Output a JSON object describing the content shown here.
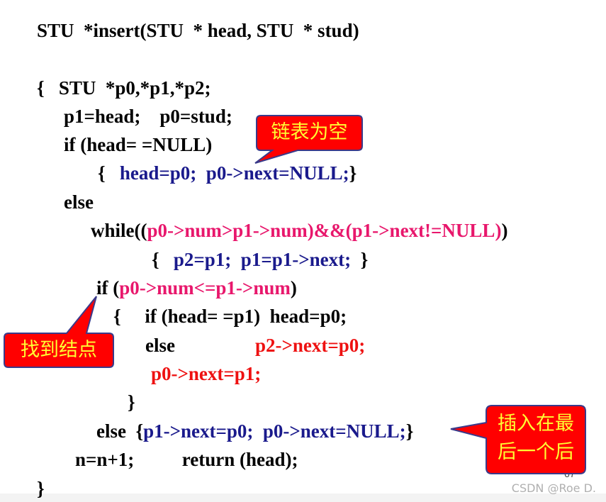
{
  "code": {
    "l1": "STU  *insert(STU  * head, STU  * stud)",
    "l2": "{   STU  *p0,*p1,*p2;",
    "l3": "p1=head;    p0=stud;",
    "l4": "if (head= =NULL)",
    "l5a": "{   ",
    "l5b": "head=p0;  p0->next=NULL;",
    "l5c": "}",
    "l6": "else",
    "l7a": "while((",
    "l7b": "p0->num>p1->num)&&(p1->next!=NULL)",
    "l7c": ")",
    "l8a": "{   ",
    "l8b": "p2=p1;  p1=p1->next;",
    "l8c": "  }",
    "l9a": "if (",
    "l9b": "p0->num<=p1->num",
    "l9c": ")",
    "l10": "{     if (head= =p1)  head=p0;",
    "l11a": "else",
    "l11b": "p2->next=p0;",
    "l12": "p0->next=p1;",
    "l13": "}",
    "l14a": "else  {",
    "l14b": "p1->next=p0;  p0->next=NULL;",
    "l14c": "}",
    "l15": "n=n+1;          return (head);",
    "l16": "}"
  },
  "callouts": {
    "empty_list": "链表为空",
    "found_node": "找到结点",
    "insert_last_1": "插入在最",
    "insert_last_2": "后一个后"
  },
  "colors": {
    "callout_fill": "#ff0000",
    "callout_border": "#3a3a8a",
    "callout_text": "#ffff33"
  },
  "page_number": "67",
  "watermark": "CSDN @Roe D."
}
